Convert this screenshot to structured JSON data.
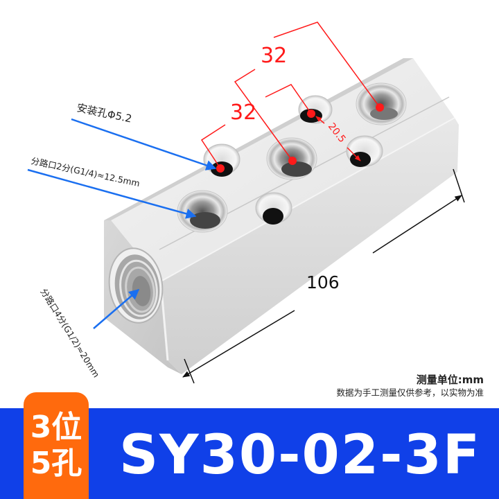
{
  "product": {
    "model": "SY30-02-3F",
    "badge": {
      "line1": "3位",
      "line2": "5孔"
    },
    "colors": {
      "banner": "#1040e8",
      "badge": "#ff6a0d",
      "dimension_red": "#ff1a1a",
      "callout_blue": "#1a6ff0",
      "body_metal": "#e4e4e4"
    }
  },
  "dimensions": {
    "pitch_top": "32",
    "pitch_bottom": "32",
    "row_offset": "20.5",
    "length": "106"
  },
  "callouts": {
    "mount_hole": "安装孔Φ5.2",
    "branch_port": "分路口2分(G1/4)≈12.5mm",
    "main_port": "分路口4分(G1/2)≈20mm"
  },
  "notes": {
    "unit": "测量单位:mm",
    "disclaimer": "数据为手工测量仅供参考，以实物为准"
  }
}
